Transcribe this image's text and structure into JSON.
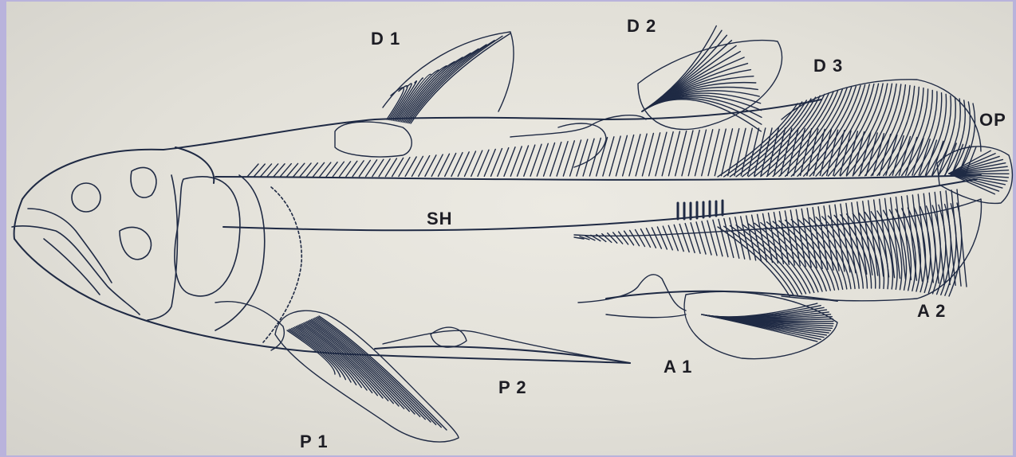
{
  "diagram": {
    "labels": {
      "d1": "D 1",
      "d2": "D 2",
      "d3": "D 3",
      "op": "OP",
      "sh": "SH",
      "p1": "P 1",
      "p2": "P 2",
      "a1": "A 1",
      "a2": "A 2"
    }
  },
  "colors": {
    "background": "#b9b3dc",
    "paper": "#e6e4dc",
    "ink": "#1f2a44"
  }
}
